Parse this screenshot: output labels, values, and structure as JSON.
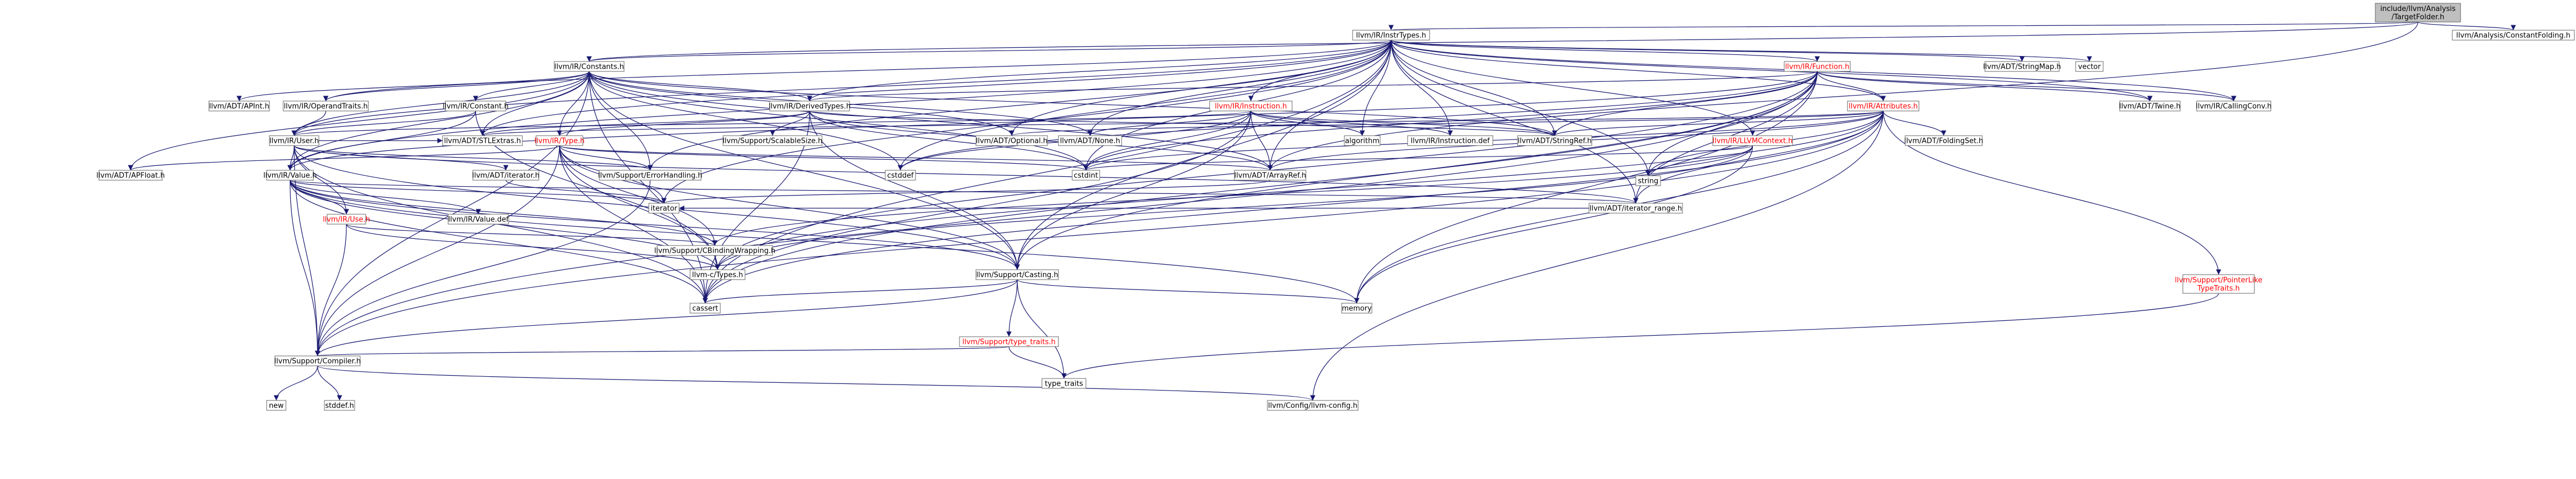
{
  "graph": {
    "colors": {
      "root_fill": "#bfbfbf",
      "node_fill": "#ffffff",
      "node_border": "#666666",
      "edge": "#191970",
      "red_text": "#ff0000"
    },
    "nodes": [
      {
        "id": "root",
        "lines": [
          "include/llvm/Analysis",
          "/TargetFolder.h"
        ],
        "style": "root"
      },
      {
        "id": "instrtypes",
        "lines": [
          "llvm/IR/InstrTypes.h"
        ],
        "style": "box"
      },
      {
        "id": "constantfolding",
        "lines": [
          "llvm/Analysis/ConstantFolding.h"
        ],
        "style": "box"
      },
      {
        "id": "constants",
        "lines": [
          "llvm/IR/Constants.h"
        ],
        "style": "box"
      },
      {
        "id": "function",
        "lines": [
          "llvm/IR/Function.h"
        ],
        "style": "red"
      },
      {
        "id": "stringmap",
        "lines": [
          "llvm/ADT/StringMap.h"
        ],
        "style": "box"
      },
      {
        "id": "vector",
        "lines": [
          "vector"
        ],
        "style": "box"
      },
      {
        "id": "aphint",
        "lines": [
          "llvm/ADT/APInt.h"
        ],
        "style": "box"
      },
      {
        "id": "operandtraits",
        "lines": [
          "llvm/IR/OperandTraits.h"
        ],
        "style": "box"
      },
      {
        "id": "constant",
        "lines": [
          "llvm/IR/Constant.h"
        ],
        "style": "box"
      },
      {
        "id": "derivedtypes",
        "lines": [
          "llvm/IR/DerivedTypes.h"
        ],
        "style": "box"
      },
      {
        "id": "instruction",
        "lines": [
          "llvm/IR/Instruction.h"
        ],
        "style": "red"
      },
      {
        "id": "attributes",
        "lines": [
          "llvm/IR/Attributes.h"
        ],
        "style": "red"
      },
      {
        "id": "twine",
        "lines": [
          "llvm/ADT/Twine.h"
        ],
        "style": "box"
      },
      {
        "id": "callingconv",
        "lines": [
          "llvm/IR/CallingConv.h"
        ],
        "style": "box"
      },
      {
        "id": "user",
        "lines": [
          "llvm/IR/User.h"
        ],
        "style": "box"
      },
      {
        "id": "stlextras",
        "lines": [
          "llvm/ADT/STLExtras.h"
        ],
        "style": "box"
      },
      {
        "id": "type",
        "lines": [
          "llvm/IR/Type.h"
        ],
        "style": "red"
      },
      {
        "id": "scalablesize",
        "lines": [
          "llvm/Support/ScalableSize.h"
        ],
        "style": "box"
      },
      {
        "id": "optional",
        "lines": [
          "llvm/ADT/Optional.h"
        ],
        "style": "box"
      },
      {
        "id": "none",
        "lines": [
          "llvm/ADT/None.h"
        ],
        "style": "box"
      },
      {
        "id": "algorithm",
        "lines": [
          "algorithm"
        ],
        "style": "box"
      },
      {
        "id": "instructiondef",
        "lines": [
          "llvm/IR/Instruction.def"
        ],
        "style": "box"
      },
      {
        "id": "stringref",
        "lines": [
          "llvm/ADT/StringRef.h"
        ],
        "style": "box"
      },
      {
        "id": "llvmcontext",
        "lines": [
          "llvm/IR/LLVMContext.h"
        ],
        "style": "red"
      },
      {
        "id": "foldingset",
        "lines": [
          "llvm/ADT/FoldingSet.h"
        ],
        "style": "box"
      },
      {
        "id": "apfloat",
        "lines": [
          "llvm/ADT/APFloat.h"
        ],
        "style": "box"
      },
      {
        "id": "value",
        "lines": [
          "llvm/IR/Value.h"
        ],
        "style": "box"
      },
      {
        "id": "iteratorh",
        "lines": [
          "llvm/ADT/iterator.h"
        ],
        "style": "box"
      },
      {
        "id": "errorhandling",
        "lines": [
          "llvm/Support/ErrorHandling.h"
        ],
        "style": "box"
      },
      {
        "id": "cstddef",
        "lines": [
          "cstddef"
        ],
        "style": "box"
      },
      {
        "id": "cstdint",
        "lines": [
          "cstdint"
        ],
        "style": "box"
      },
      {
        "id": "arrayref",
        "lines": [
          "llvm/ADT/ArrayRef.h"
        ],
        "style": "box"
      },
      {
        "id": "string",
        "lines": [
          "string"
        ],
        "style": "box"
      },
      {
        "id": "iterator",
        "lines": [
          "iterator"
        ],
        "style": "box"
      },
      {
        "id": "iteratorrange",
        "lines": [
          "llvm/ADT/iterator_range.h"
        ],
        "style": "box"
      },
      {
        "id": "use",
        "lines": [
          "llvm/IR/Use.h"
        ],
        "style": "red"
      },
      {
        "id": "valuedef",
        "lines": [
          "llvm/IR/Value.def"
        ],
        "style": "box"
      },
      {
        "id": "cbinding",
        "lines": [
          "llvm/Support/CBindingWrapping.h"
        ],
        "style": "box"
      },
      {
        "id": "ctypes",
        "lines": [
          "llvm-c/Types.h"
        ],
        "style": "box"
      },
      {
        "id": "casting",
        "lines": [
          "llvm/Support/Casting.h"
        ],
        "style": "box"
      },
      {
        "id": "cassert",
        "lines": [
          "cassert"
        ],
        "style": "box"
      },
      {
        "id": "memory",
        "lines": [
          "memory"
        ],
        "style": "box"
      },
      {
        "id": "typetraits",
        "lines": [
          "llvm/Support/type_traits.h"
        ],
        "style": "red"
      },
      {
        "id": "typetraitsstd",
        "lines": [
          "type_traits"
        ],
        "style": "box"
      },
      {
        "id": "compiler",
        "lines": [
          "llvm/Support/Compiler.h"
        ],
        "style": "box"
      },
      {
        "id": "new",
        "lines": [
          "new"
        ],
        "style": "box"
      },
      {
        "id": "stddef",
        "lines": [
          "stddef.h"
        ],
        "style": "box"
      },
      {
        "id": "llvmconfig",
        "lines": [
          "llvm/Config/llvm-config.h"
        ],
        "style": "box"
      },
      {
        "id": "pointerlike",
        "lines": [
          "llvm/Support/PointerLike",
          "TypeTraits.h"
        ],
        "style": "red"
      }
    ],
    "edges": [
      [
        "root",
        "instrtypes"
      ],
      [
        "root",
        "constantfolding"
      ],
      [
        "root",
        "constants"
      ],
      [
        "root",
        "arrayref"
      ],
      [
        "instrtypes",
        "constants"
      ],
      [
        "instrtypes",
        "function"
      ],
      [
        "instrtypes",
        "stringmap"
      ],
      [
        "instrtypes",
        "vector"
      ],
      [
        "instrtypes",
        "operandtraits"
      ],
      [
        "instrtypes",
        "derivedtypes"
      ],
      [
        "instrtypes",
        "instruction"
      ],
      [
        "instrtypes",
        "attributes"
      ],
      [
        "instrtypes",
        "twine"
      ],
      [
        "instrtypes",
        "callingconv"
      ],
      [
        "instrtypes",
        "user"
      ],
      [
        "instrtypes",
        "stlextras"
      ],
      [
        "instrtypes",
        "optional"
      ],
      [
        "instrtypes",
        "none"
      ],
      [
        "instrtypes",
        "algorithm"
      ],
      [
        "instrtypes",
        "instructiondef"
      ],
      [
        "instrtypes",
        "stringref"
      ],
      [
        "instrtypes",
        "llvmcontext"
      ],
      [
        "instrtypes",
        "value"
      ],
      [
        "instrtypes",
        "cstddef"
      ],
      [
        "instrtypes",
        "cstdint"
      ],
      [
        "instrtypes",
        "arrayref"
      ],
      [
        "instrtypes",
        "string"
      ],
      [
        "instrtypes",
        "iterator"
      ],
      [
        "instrtypes",
        "iteratorrange"
      ],
      [
        "instrtypes",
        "casting"
      ],
      [
        "instrtypes",
        "cassert"
      ],
      [
        "instrtypes",
        "errorhandling"
      ],
      [
        "constants",
        "aphint"
      ],
      [
        "constants",
        "operandtraits"
      ],
      [
        "constants",
        "constant"
      ],
      [
        "constants",
        "derivedtypes"
      ],
      [
        "constants",
        "user"
      ],
      [
        "constants",
        "stlextras"
      ],
      [
        "constants",
        "type"
      ],
      [
        "constants",
        "optional"
      ],
      [
        "constants",
        "none"
      ],
      [
        "constants",
        "stringref"
      ],
      [
        "constants",
        "apfloat"
      ],
      [
        "constants",
        "value"
      ],
      [
        "constants",
        "errorhandling"
      ],
      [
        "constants",
        "cstddef"
      ],
      [
        "constants",
        "cstdint"
      ],
      [
        "constants",
        "arrayref"
      ],
      [
        "constants",
        "casting"
      ],
      [
        "constants",
        "cassert"
      ],
      [
        "constants",
        "compiler"
      ],
      [
        "function",
        "derivedtypes"
      ],
      [
        "function",
        "attributes"
      ],
      [
        "function",
        "twine"
      ],
      [
        "function",
        "callingconv"
      ],
      [
        "function",
        "stringref"
      ],
      [
        "function",
        "iteratorrange"
      ],
      [
        "function",
        "casting"
      ],
      [
        "function",
        "cassert"
      ],
      [
        "function",
        "cstddef"
      ],
      [
        "function",
        "cstdint"
      ],
      [
        "function",
        "memory"
      ],
      [
        "function",
        "string"
      ],
      [
        "function",
        "compiler"
      ],
      [
        "function",
        "value"
      ],
      [
        "function",
        "ctypes"
      ],
      [
        "operandtraits",
        "user"
      ],
      [
        "constant",
        "user"
      ],
      [
        "constant",
        "value"
      ],
      [
        "constant",
        "ctypes"
      ],
      [
        "derivedtypes",
        "type"
      ],
      [
        "derivedtypes",
        "scalablesize"
      ],
      [
        "derivedtypes",
        "stringref"
      ],
      [
        "derivedtypes",
        "arrayref"
      ],
      [
        "derivedtypes",
        "stlextras"
      ],
      [
        "derivedtypes",
        "casting"
      ],
      [
        "derivedtypes",
        "cassert"
      ],
      [
        "derivedtypes",
        "cstdint"
      ],
      [
        "instruction",
        "user"
      ],
      [
        "instruction",
        "none"
      ],
      [
        "instruction",
        "stringref"
      ],
      [
        "instruction",
        "instructiondef"
      ],
      [
        "instruction",
        "algorithm"
      ],
      [
        "instruction",
        "cstdint"
      ],
      [
        "instruction",
        "casting"
      ],
      [
        "instruction",
        "cassert"
      ],
      [
        "instruction",
        "arrayref"
      ],
      [
        "instruction",
        "cstddef"
      ],
      [
        "attributes",
        "foldingset"
      ],
      [
        "attributes",
        "stringref"
      ],
      [
        "attributes",
        "optional"
      ],
      [
        "attributes",
        "iteratorrange"
      ],
      [
        "attributes",
        "pointerlike"
      ],
      [
        "attributes",
        "llvmconfig"
      ],
      [
        "attributes",
        "arrayref"
      ],
      [
        "attributes",
        "cstdint"
      ],
      [
        "attributes",
        "string"
      ],
      [
        "attributes",
        "cassert"
      ],
      [
        "attributes",
        "memory"
      ],
      [
        "attributes",
        "stlextras"
      ],
      [
        "attributes",
        "ctypes"
      ],
      [
        "attributes",
        "compiler"
      ],
      [
        "user",
        "value"
      ],
      [
        "user",
        "stlextras"
      ],
      [
        "user",
        "iteratorh"
      ],
      [
        "user",
        "iteratorrange"
      ],
      [
        "user",
        "cassert"
      ],
      [
        "user",
        "errorhandling"
      ],
      [
        "user",
        "casting"
      ],
      [
        "user",
        "compiler"
      ],
      [
        "user",
        "use"
      ],
      [
        "type",
        "apfloat"
      ],
      [
        "type",
        "arrayref"
      ],
      [
        "type",
        "errorhandling"
      ],
      [
        "type",
        "cbinding"
      ],
      [
        "type",
        "casting"
      ],
      [
        "type",
        "compiler"
      ],
      [
        "type",
        "ctypes"
      ],
      [
        "type",
        "cassert"
      ],
      [
        "type",
        "cstdint"
      ],
      [
        "type",
        "iterator"
      ],
      [
        "llvmcontext",
        "cbinding"
      ],
      [
        "llvmcontext",
        "memory"
      ],
      [
        "llvmcontext",
        "string"
      ],
      [
        "llvmcontext",
        "cstdint"
      ],
      [
        "llvmcontext",
        "ctypes"
      ],
      [
        "value",
        "use"
      ],
      [
        "value",
        "valuedef"
      ],
      [
        "value",
        "iteratorrange"
      ],
      [
        "value",
        "cbinding"
      ],
      [
        "value",
        "casting"
      ],
      [
        "value",
        "compiler"
      ],
      [
        "value",
        "cassert"
      ],
      [
        "value",
        "iterator"
      ],
      [
        "value",
        "ctypes"
      ],
      [
        "value",
        "memory"
      ],
      [
        "use",
        "cbinding"
      ],
      [
        "use",
        "compiler"
      ],
      [
        "use",
        "ctypes"
      ],
      [
        "cbinding",
        "ctypes"
      ],
      [
        "casting",
        "typetraits"
      ],
      [
        "casting",
        "compiler"
      ],
      [
        "casting",
        "cassert"
      ],
      [
        "casting",
        "memory"
      ],
      [
        "casting",
        "typetraitsstd"
      ],
      [
        "typetraits",
        "typetraitsstd"
      ],
      [
        "typetraits",
        "compiler"
      ],
      [
        "compiler",
        "new"
      ],
      [
        "compiler",
        "stddef"
      ],
      [
        "compiler",
        "llvmconfig"
      ],
      [
        "pointerlike",
        "typetraitsstd"
      ],
      [
        "errorhandling",
        "compiler"
      ],
      [
        "iteratorrange",
        "iterator"
      ],
      [
        "iteratorh",
        "iterator"
      ],
      [
        "arrayref",
        "iterator"
      ]
    ]
  }
}
